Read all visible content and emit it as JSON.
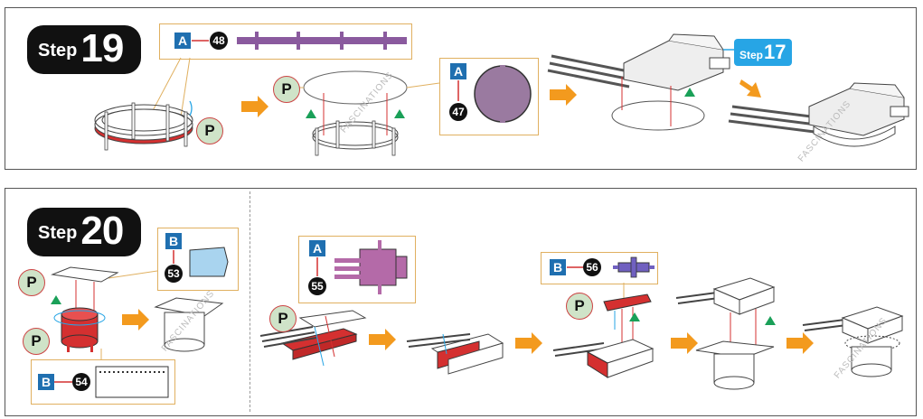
{
  "steps": [
    {
      "label_word": "Step",
      "label_num": "19",
      "callouts": [
        {
          "letter": "A",
          "part": "48"
        },
        {
          "letter": "A",
          "part": "47"
        }
      ],
      "ref": {
        "word": "Step",
        "num": "17"
      },
      "p_marks": [
        "P",
        "P"
      ]
    },
    {
      "label_word": "Step",
      "label_num": "20",
      "callouts": [
        {
          "letter": "B",
          "part": "53"
        },
        {
          "letter": "B",
          "part": "54"
        },
        {
          "letter": "A",
          "part": "55"
        },
        {
          "letter": "B",
          "part": "56"
        }
      ],
      "p_marks": [
        "P",
        "P",
        "P",
        "P"
      ]
    }
  ],
  "watermark": "FASCINATIONS",
  "colors": {
    "part_purple": "#8a5a9e",
    "part_red": "#d43030",
    "arrow_orange": "#f39a1e",
    "ref_blue": "#27a5e5",
    "letter_blue": "#1f6fb0"
  }
}
